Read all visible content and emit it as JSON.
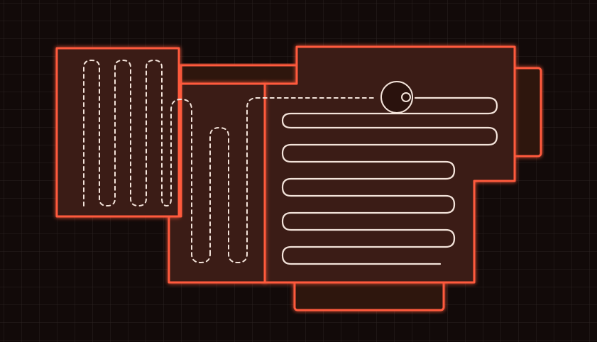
{
  "colors": {
    "background": "#120a09",
    "grid_line": "#2b2321",
    "wall_outline": "#ff5a3c",
    "room_fill": "#3a1a13",
    "room_fill_darker": "#2d140f",
    "path_completed": "#f3e3da",
    "path_planned": "#f3e3da"
  },
  "icons": {
    "robot": "robot-vacuum-icon"
  },
  "map": {
    "rooms": [
      {
        "name": "room-left"
      },
      {
        "name": "room-middle"
      },
      {
        "name": "room-right"
      },
      {
        "name": "room-top-connector"
      },
      {
        "name": "room-right-annex"
      },
      {
        "name": "room-bottom-annex"
      }
    ],
    "robot": {
      "status": "cleaning"
    }
  }
}
